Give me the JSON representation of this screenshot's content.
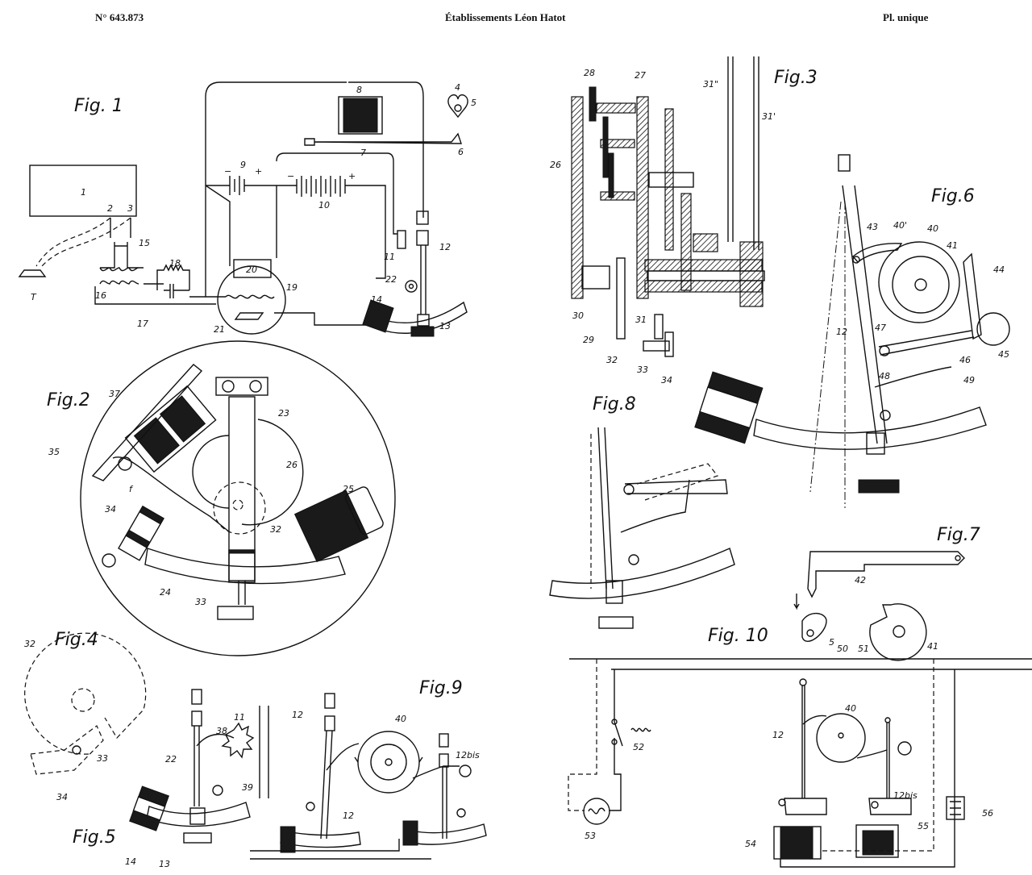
{
  "header": {
    "patent_number": "N° 643.873",
    "applicant": "Établissements Léon Hatot",
    "plate": "Pl. unique"
  },
  "figures": {
    "fig1": {
      "title": "Fig. 1",
      "labels": [
        "1",
        "2",
        "3",
        "4",
        "5",
        "6",
        "7",
        "8",
        "9",
        "10",
        "11",
        "12",
        "13",
        "14",
        "15",
        "16",
        "17",
        "18",
        "19",
        "20",
        "21",
        "22",
        "T"
      ],
      "polarity": {
        "minus": "−",
        "plus": "+"
      }
    },
    "fig2": {
      "title": "Fig.2",
      "labels": [
        "35",
        "37",
        "23",
        "26",
        "25",
        "32",
        "34",
        "24",
        "33",
        "f"
      ]
    },
    "fig3": {
      "title": "Fig.3",
      "labels": [
        "28",
        "27",
        "26",
        "31\"",
        "31'",
        "30",
        "29",
        "31",
        "32",
        "33",
        "34"
      ]
    },
    "fig4": {
      "title": "Fig.4",
      "labels": [
        "32",
        "33",
        "34"
      ]
    },
    "fig5": {
      "title": "Fig.5",
      "labels": [
        "38",
        "11",
        "12",
        "22",
        "39",
        "14",
        "13"
      ]
    },
    "fig6": {
      "title": "Fig.6",
      "labels": [
        "43",
        "40'",
        "40",
        "41",
        "44",
        "12",
        "47",
        "45",
        "46",
        "48",
        "49"
      ]
    },
    "fig7": {
      "title": "Fig.7",
      "labels": [
        "42",
        "5",
        "41"
      ]
    },
    "fig8": {
      "title": "Fig.8"
    },
    "fig9": {
      "title": "Fig.9",
      "labels": [
        "40",
        "12",
        "12bis"
      ]
    },
    "fig10": {
      "title": "Fig. 10",
      "labels": [
        "50",
        "51",
        "52",
        "53",
        "12",
        "40",
        "12bis",
        "54",
        "55",
        "56"
      ]
    }
  }
}
